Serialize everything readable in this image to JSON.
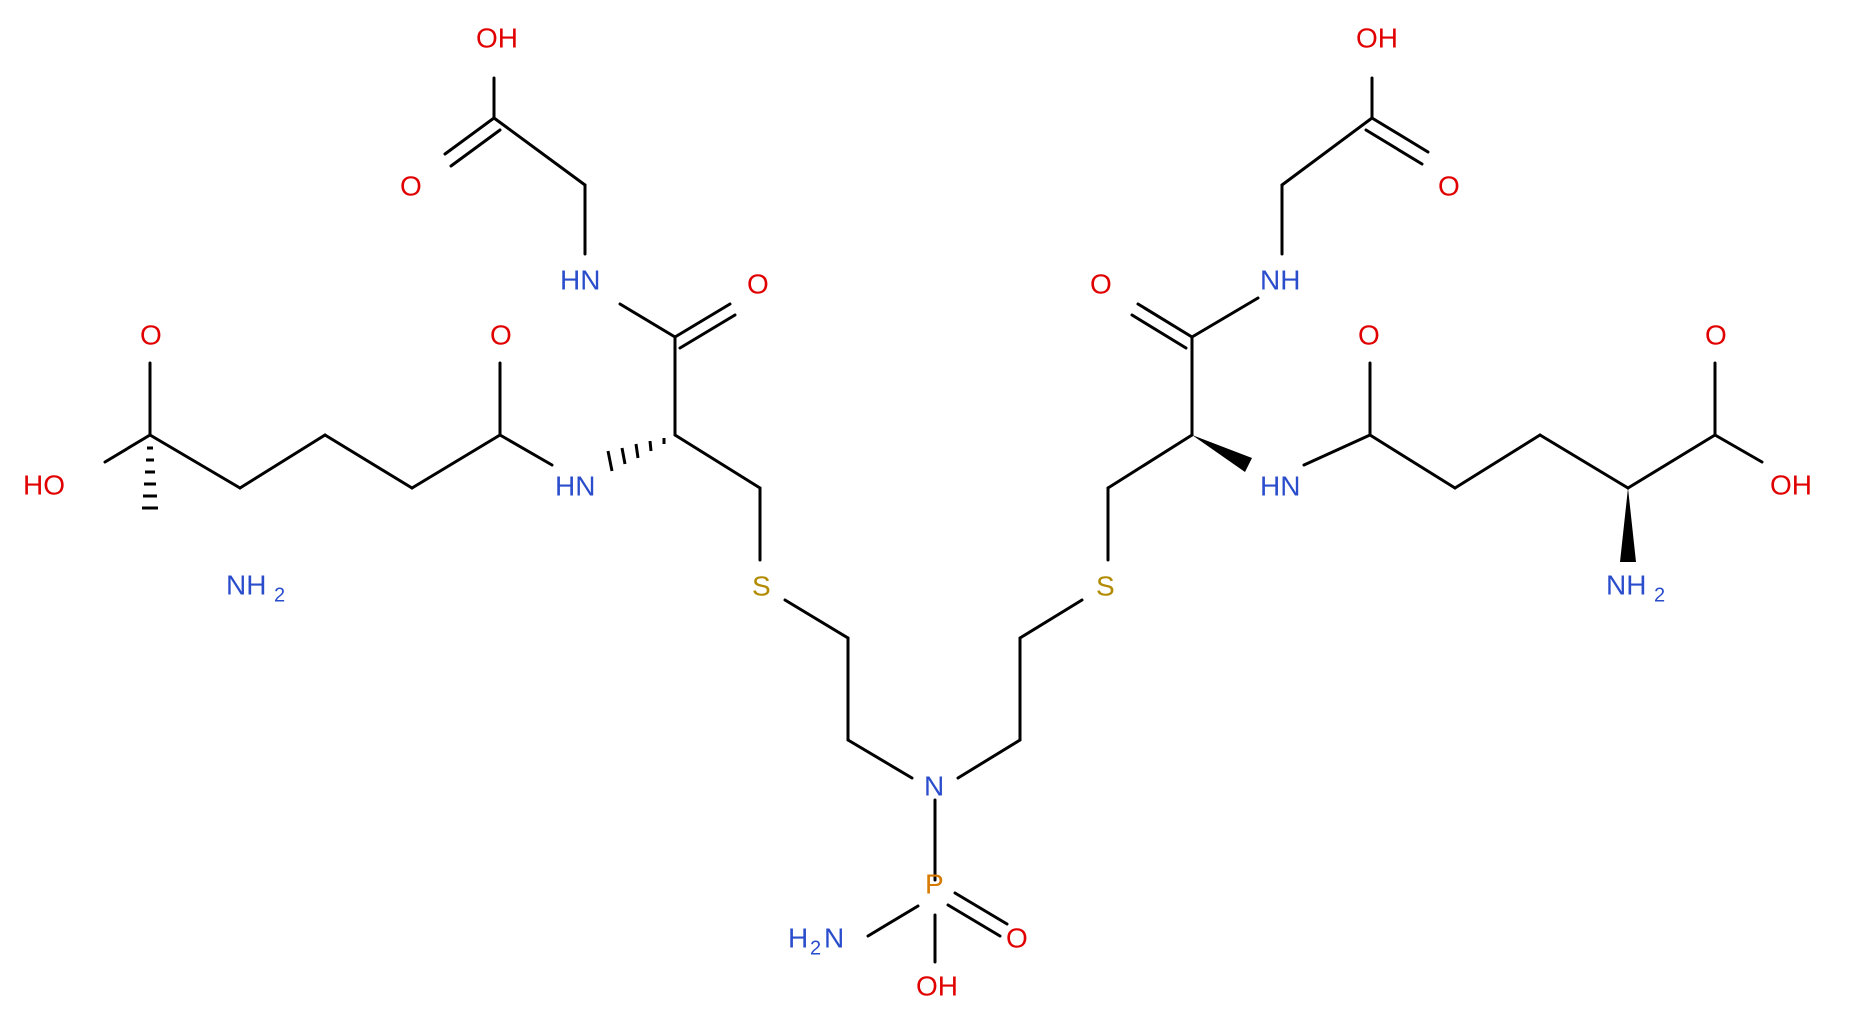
{
  "molecule": {
    "atoms": [
      {
        "id": "o_top_left_oh",
        "text": "OH",
        "color": "#e00000"
      },
      {
        "id": "o_top_left_dbl",
        "text": "O",
        "color": "#e00000"
      },
      {
        "id": "nh_top_left",
        "text": "HN",
        "color": "#2a4dcc"
      },
      {
        "id": "o_amide_left",
        "text": "O",
        "color": "#e00000"
      },
      {
        "id": "o_acid_left_dbl",
        "text": "O",
        "color": "#e00000"
      },
      {
        "id": "o_acid_left_oh",
        "text": "HO",
        "color": "#e00000"
      },
      {
        "id": "o_gamma_left",
        "text": "O",
        "color": "#e00000"
      },
      {
        "id": "nh_gamma_left",
        "text": "HN",
        "color": "#2a4dcc"
      },
      {
        "id": "nh2_left",
        "text": "NH",
        "color": "#2a4dcc"
      },
      {
        "id": "nh2_left_sub",
        "text": "2",
        "color": "#2a4dcc"
      },
      {
        "id": "s_left",
        "text": "S",
        "color": "#b38b00"
      },
      {
        "id": "n_center",
        "text": "N",
        "color": "#2a4dcc"
      },
      {
        "id": "p_center",
        "text": "P",
        "color": "#d77a00"
      },
      {
        "id": "p_dbl_o",
        "text": "O",
        "color": "#e00000"
      },
      {
        "id": "p_oh",
        "text": "OH",
        "color": "#e00000"
      },
      {
        "id": "p_nh2",
        "text": "H",
        "color": "#2a4dcc"
      },
      {
        "id": "p_nh2_sub",
        "text": "2",
        "color": "#2a4dcc"
      },
      {
        "id": "p_nh2_n",
        "text": "N",
        "color": "#2a4dcc"
      },
      {
        "id": "s_right",
        "text": "S",
        "color": "#b38b00"
      },
      {
        "id": "o_top_right_oh",
        "text": "OH",
        "color": "#e00000"
      },
      {
        "id": "o_top_right_dbl",
        "text": "O",
        "color": "#e00000"
      },
      {
        "id": "nh_top_right",
        "text": "NH",
        "color": "#2a4dcc"
      },
      {
        "id": "o_amide_right",
        "text": "O",
        "color": "#e00000"
      },
      {
        "id": "o_gamma_right",
        "text": "O",
        "color": "#e00000"
      },
      {
        "id": "nh_gamma_right",
        "text": "HN",
        "color": "#2a4dcc"
      },
      {
        "id": "o_acid_right_dbl",
        "text": "O",
        "color": "#e00000"
      },
      {
        "id": "o_acid_right_oh",
        "text": "OH",
        "color": "#e00000"
      },
      {
        "id": "nh2_right",
        "text": "NH",
        "color": "#2a4dcc"
      },
      {
        "id": "nh2_right_sub",
        "text": "2",
        "color": "#2a4dcc"
      }
    ]
  }
}
